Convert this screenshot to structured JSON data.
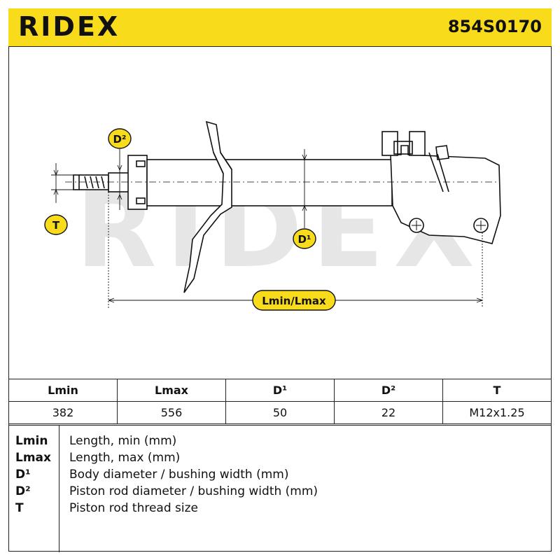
{
  "header": {
    "brand": "RIDEX",
    "part_number": "854S0170",
    "accent_color": "#f8dc1c"
  },
  "diagram": {
    "watermark": "RIDEX",
    "labels": {
      "d2": "D²",
      "t": "T",
      "d1": "D¹",
      "length": "Lmin/Lmax"
    }
  },
  "spec_table": {
    "headers": [
      "Lmin",
      "Lmax",
      "D¹",
      "D²",
      "T"
    ],
    "values": [
      "382",
      "556",
      "50",
      "22",
      "M12x1.25"
    ]
  },
  "legend": [
    {
      "key": "Lmin",
      "desc": "Length, min (mm)"
    },
    {
      "key": "Lmax",
      "desc": "Length, max (mm)"
    },
    {
      "key": "D¹",
      "desc": "Body diameter / bushing width (mm)"
    },
    {
      "key": "D²",
      "desc": "Piston rod diameter / bushing width (mm)"
    },
    {
      "key": "T",
      "desc": "Piston rod thread size"
    }
  ]
}
